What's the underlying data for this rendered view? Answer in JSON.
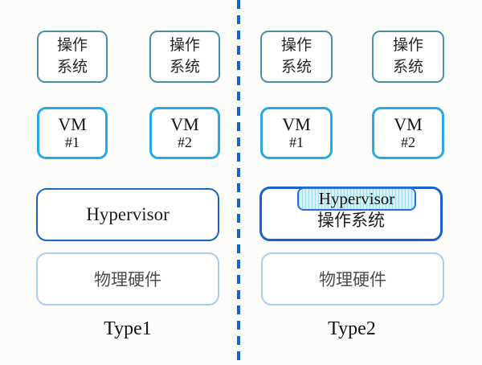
{
  "diagram": {
    "title": "Hypervisor Type1 vs Type2 architecture",
    "colors": {
      "background": "#fcfcfa",
      "os_border": "#4a90a4",
      "vm_border": "#27aae1",
      "hypervisor_border": "#1b64c8",
      "type2_os_border": "#1b5fd0",
      "hypervisor_fill_stripe": "#a5dbe9",
      "hardware_border": "#a9cdf5",
      "hardware_text": "#4d4d4d",
      "divider": "#1464cb"
    },
    "type1": {
      "os_boxes": [
        {
          "line1": "操作",
          "line2": "系统"
        },
        {
          "line1": "操作",
          "line2": "系统"
        }
      ],
      "vm_boxes": [
        {
          "line1": "VM",
          "line2": "#1"
        },
        {
          "line1": "VM",
          "line2": "#2"
        }
      ],
      "hypervisor_label": "Hypervisor",
      "hardware_label": "物理硬件",
      "caption": "Type1"
    },
    "type2": {
      "os_boxes": [
        {
          "line1": "操作",
          "line2": "系统"
        },
        {
          "line1": "操作",
          "line2": "系统"
        }
      ],
      "vm_boxes": [
        {
          "line1": "VM",
          "line2": "#1"
        },
        {
          "line1": "VM",
          "line2": "#2"
        }
      ],
      "hypervisor_label": "Hypervisor",
      "host_os_label": "操作系统",
      "hardware_label": "物理硬件",
      "caption": "Type2"
    }
  }
}
